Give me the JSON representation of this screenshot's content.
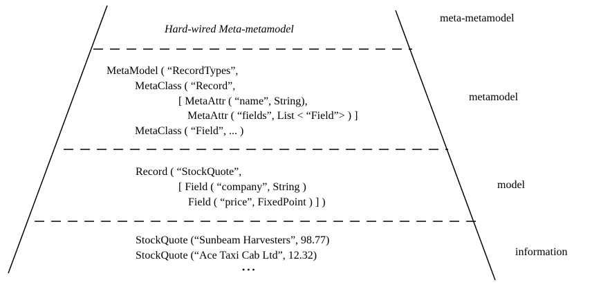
{
  "diagram": {
    "levels": [
      {
        "label": "meta-metamodel",
        "content": [
          "Hard-wired Meta-metamodel"
        ]
      },
      {
        "label": "metamodel",
        "content": [
          "MetaModel ( “RecordTypes”,",
          "MetaClass ( “Record”,",
          "[ MetaAttr ( “name”, String),",
          "MetaAttr ( “fields”, List < “Field”> ) ]",
          "MetaClass ( “Field”, ... )"
        ]
      },
      {
        "label": "model",
        "content": [
          "Record ( “StockQuote”,",
          "[ Field ( “company”, String )",
          "Field ( “price”, FixedPoint ) ] )"
        ]
      },
      {
        "label": "information",
        "content": [
          "StockQuote (“Sunbeam Harvesters”, 98.77)",
          "StockQuote (“Ace Taxi Cab Ltd”, 12.32)",
          "• • •"
        ]
      }
    ]
  }
}
